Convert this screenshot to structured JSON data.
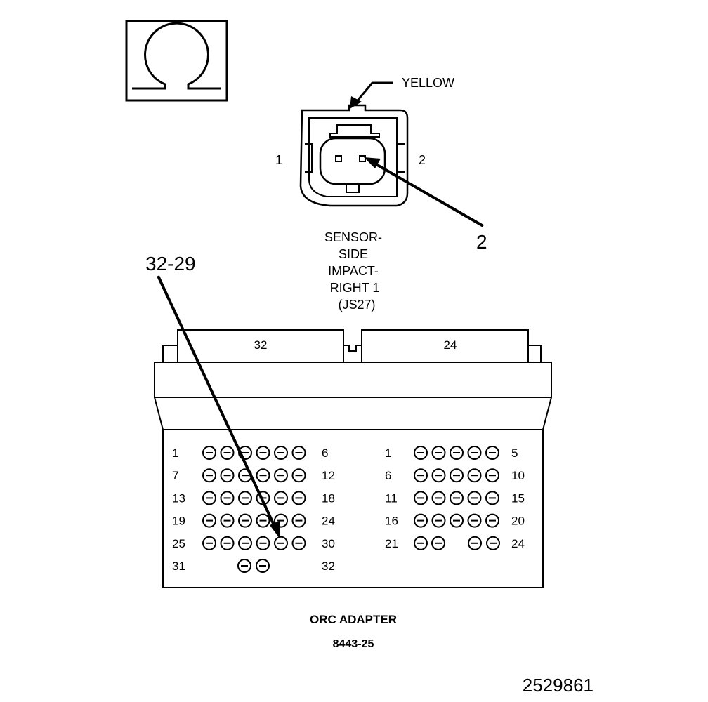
{
  "symbol": {
    "icon": "ohm-icon"
  },
  "sensor_connector": {
    "color_label": "YELLOW",
    "side_left": "1",
    "side_right": "2",
    "callout": "2",
    "name_lines": [
      "SENSOR-",
      "SIDE",
      "IMPACT-",
      "RIGHT 1",
      "(JS27)"
    ]
  },
  "adapter": {
    "callout": "32-29",
    "left_tab": "32",
    "right_tab": "24",
    "left_rows": [
      {
        "start": "1",
        "end": "6",
        "pins": 6
      },
      {
        "start": "7",
        "end": "12",
        "pins": 6
      },
      {
        "start": "13",
        "end": "18",
        "pins": 6
      },
      {
        "start": "19",
        "end": "24",
        "pins": 6
      },
      {
        "start": "25",
        "end": "30",
        "pins": 6
      },
      {
        "start": "31",
        "end": "32",
        "pins": 2
      }
    ],
    "right_rows": [
      {
        "start": "1",
        "end": "5",
        "pins": 5
      },
      {
        "start": "6",
        "end": "10",
        "pins": 5
      },
      {
        "start": "11",
        "end": "15",
        "pins": 5
      },
      {
        "start": "16",
        "end": "20",
        "pins": 5
      },
      {
        "start": "21",
        "end": "24",
        "pins": 4
      }
    ],
    "title": "ORC ADAPTER",
    "part_number": "8443-25"
  },
  "figure_number": "2529861"
}
